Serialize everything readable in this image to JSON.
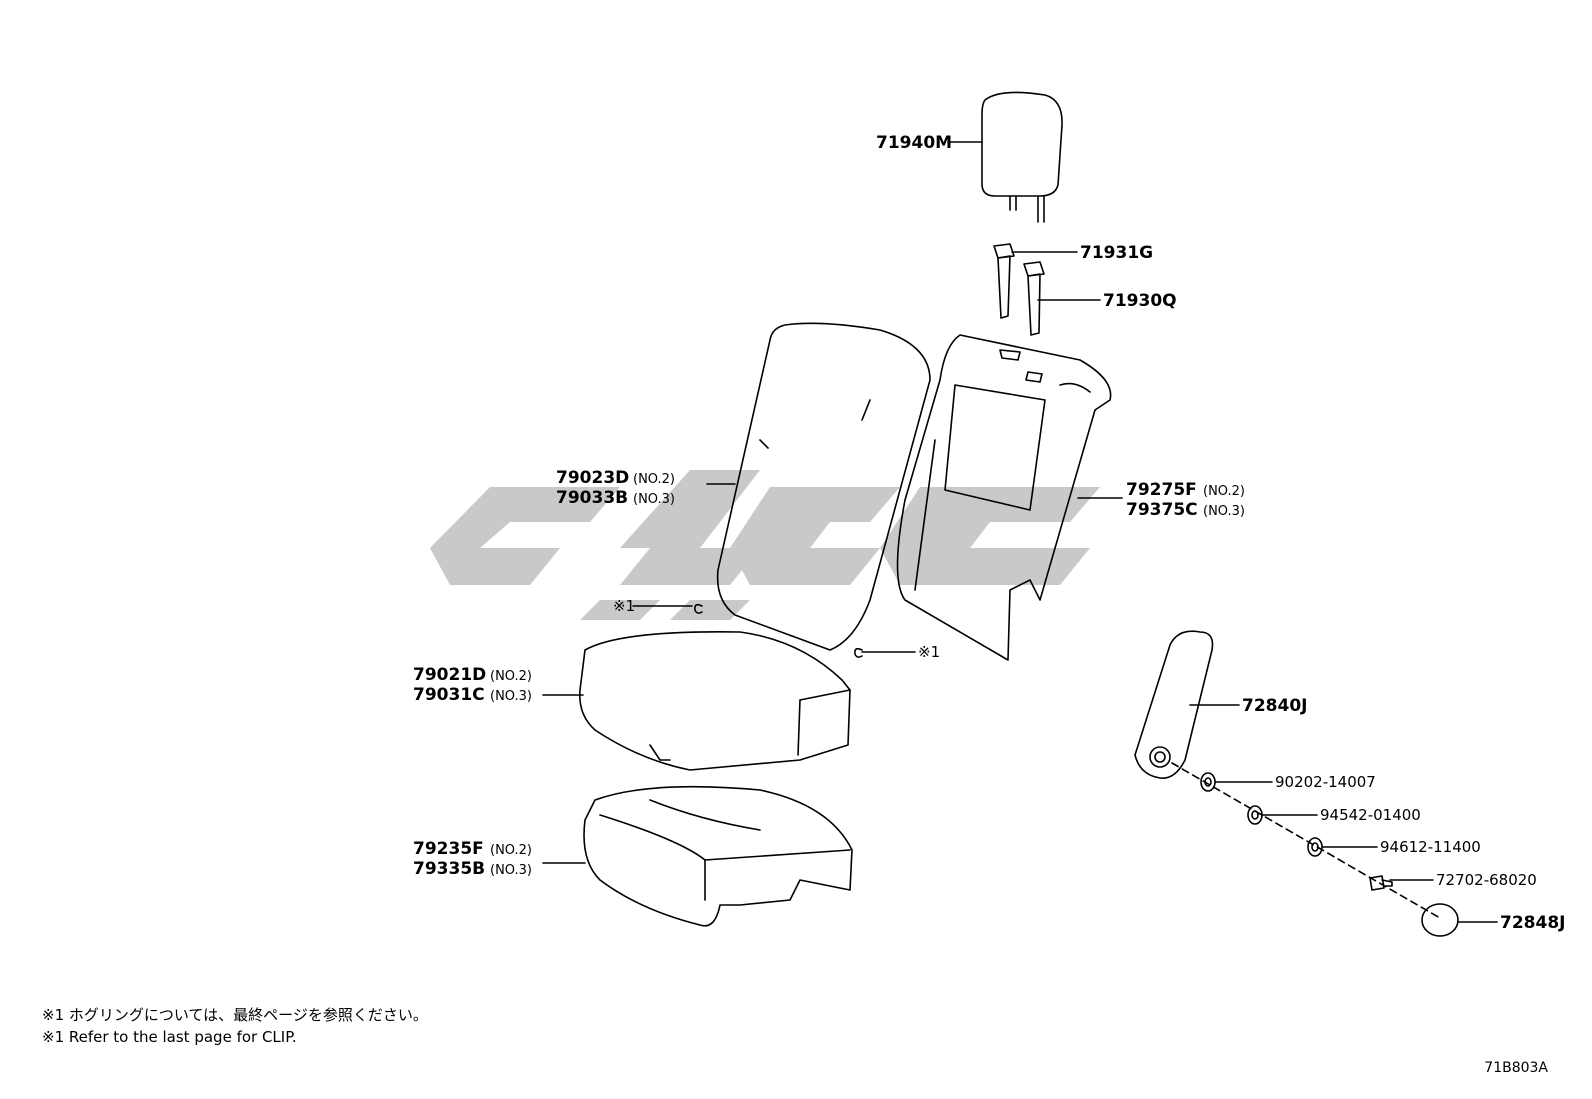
{
  "parts": {
    "headrest": "71940M",
    "support_top": "71931G",
    "support": "71930Q",
    "back_cover_no2": "79023D",
    "back_cover_no3": "79033B",
    "back_board_no2": "79275F",
    "back_board_no3": "79375C",
    "cushion_cover_no2": "79021D",
    "cushion_cover_no3": "79031C",
    "cushion_pad_no2": "79235F",
    "cushion_pad_no3": "79335B",
    "armrest": "72840J",
    "washer_1": "90202-14007",
    "washer_2": "94542-01400",
    "washer_3": "94612-11400",
    "bolt": "72702-68020",
    "cap": "72848J"
  },
  "variants": {
    "no2": "(NO.2)",
    "no3": "(NO.3)"
  },
  "clip_ref": "※1",
  "notes": {
    "japanese": "※1 ホグリングについては、最終ページを参照ください。",
    "english": "※1 Refer to the last page for CLIP."
  },
  "diagram_id": "71B803A",
  "colors": {
    "watermark": "#c9c9c9",
    "line": "#000000"
  }
}
